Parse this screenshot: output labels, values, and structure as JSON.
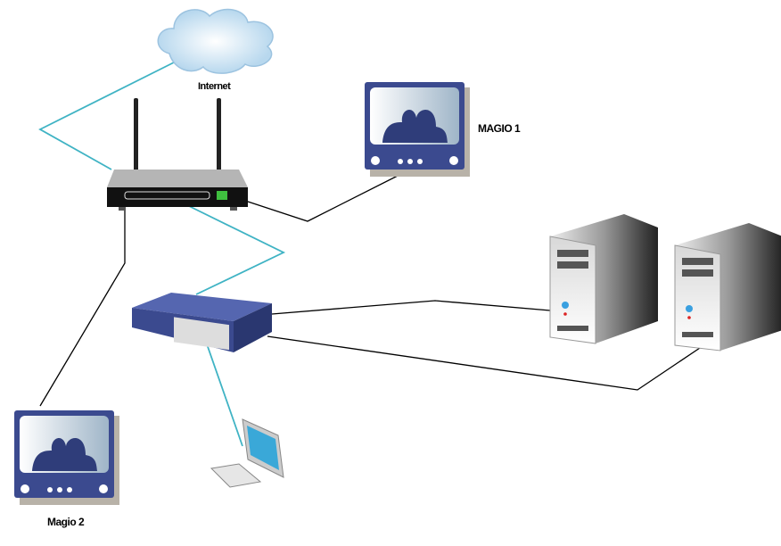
{
  "labels": {
    "internet": "Internet",
    "magio1": "MAGIO 1",
    "magio2": "Magio 2"
  },
  "colors": {
    "teal_link": "#3fb3c4",
    "black_link": "#000000",
    "device_blue": "#3b4a8f"
  }
}
